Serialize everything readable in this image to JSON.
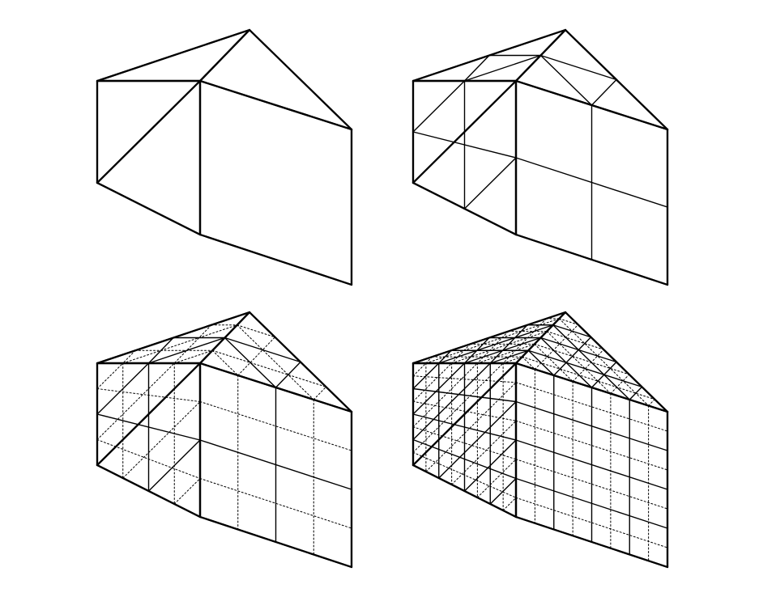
{
  "figure": {
    "panels": [
      {
        "id": "level-0",
        "subdivision_levels": 0,
        "bold_levels": 0
      },
      {
        "id": "level-1",
        "subdivision_levels": 1,
        "bold_levels": 1
      },
      {
        "id": "level-2",
        "subdivision_levels": 2,
        "bold_levels": 1
      },
      {
        "id": "level-3",
        "subdivision_levels": 3,
        "bold_levels": 2
      }
    ],
    "colors": {
      "line": "#000000",
      "background": "#ffffff"
    }
  }
}
